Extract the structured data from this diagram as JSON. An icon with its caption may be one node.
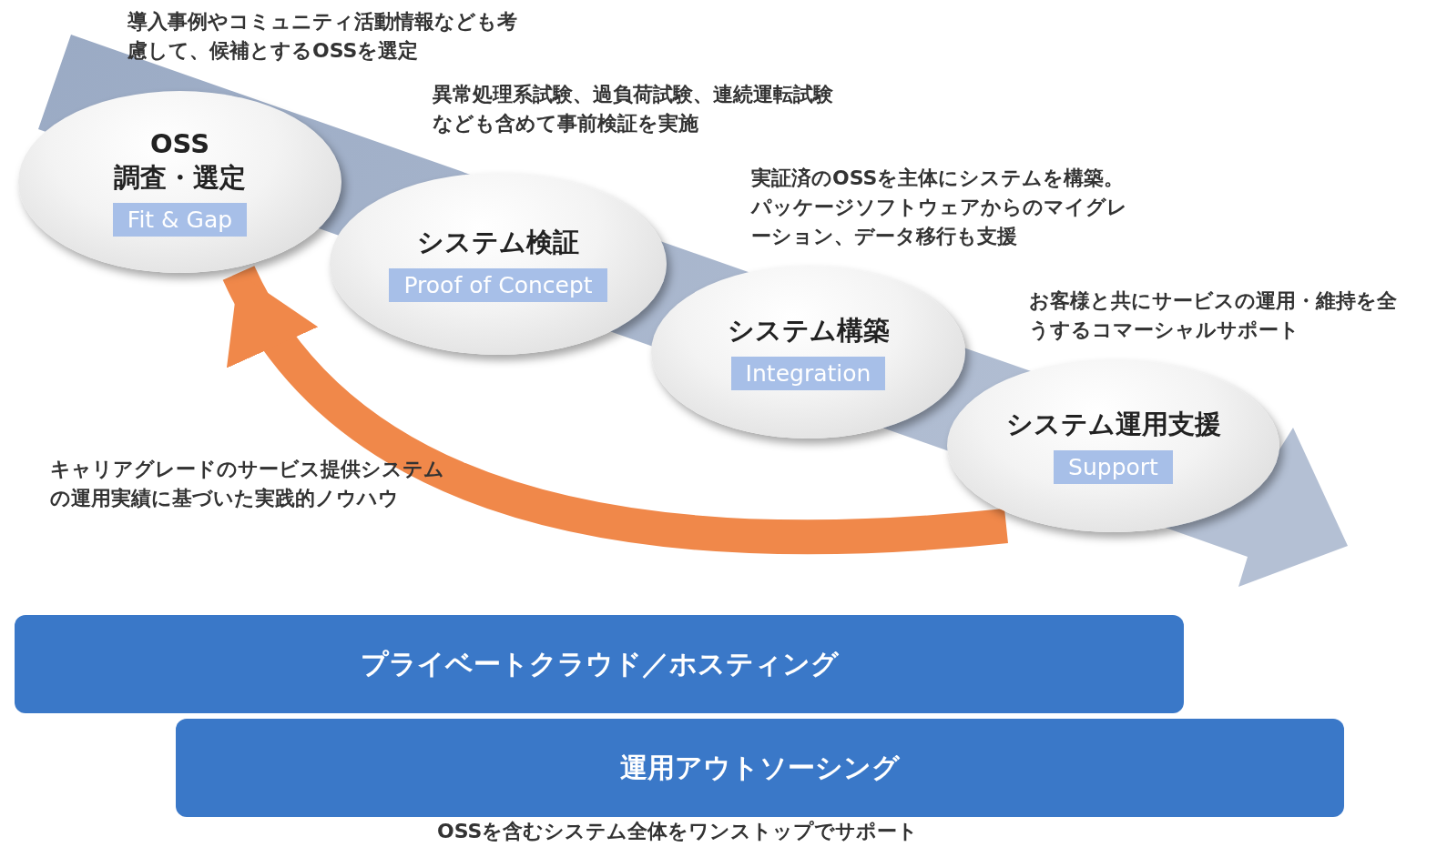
{
  "diagram": {
    "nodes": [
      {
        "text": [
          "OSS 調査・選定",
          "Fit & Gap"
        ],
        "beside": [
          "導入事例やコミュニティ活動情報なども考慮して、候補とするOSSを選定"
        ]
      },
      {
        "text": [
          "システム検証",
          "Proof of Concept"
        ],
        "beside": [
          "異常処理系試験、過負荷試験、連続運転試験なども含めて事前検証を実施"
        ]
      },
      {
        "text": [
          "システム構築",
          "Integration"
        ],
        "beside": [
          "実証済のOSSを主体にシステムを構築。パッケージソフトウェアからのマイグレーション、データ移行も支援"
        ]
      },
      {
        "text": [
          "システム運用支援",
          "Support"
        ],
        "beside": [
          "お客様と共にサービスの運用・維持を全うするコマーシャルサポート"
        ]
      },
      {
        "text": [
          "プライベートクラウド／ホスティング"
        ]
      },
      {
        "text": [
          "運用アウトソーシング"
        ],
        "beside": [
          "OSSを含むシステム全体をワンストップでサポート"
        ]
      }
    ],
    "edges": [
      {
        "from": 3,
        "to": 0,
        "arrow": "to"
      }
    ],
    "labels": [
      "キャリアグレードのサービス提供システムの運用実績に基づいた実践的ノウハウ"
    ]
  }
}
